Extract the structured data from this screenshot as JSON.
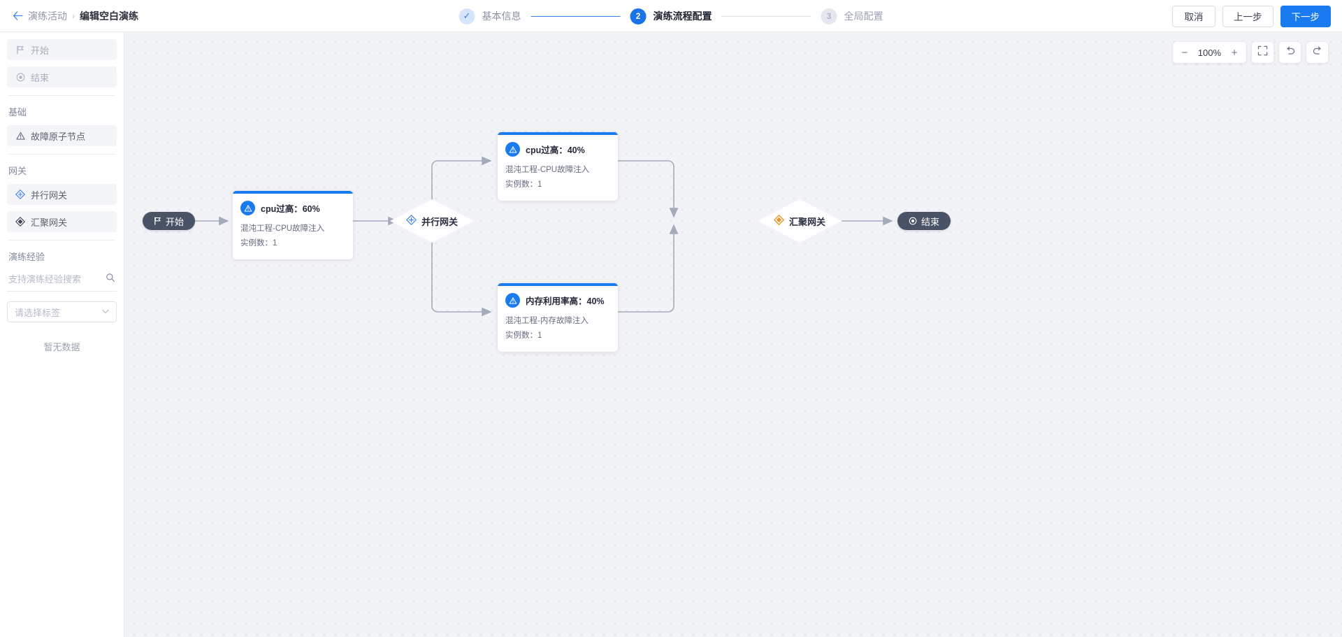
{
  "header": {
    "back_icon": "arrow-left-icon",
    "breadcrumb_parent": "演练活动",
    "breadcrumb_sep": "›",
    "breadcrumb_current": "编辑空白演练",
    "steps": [
      {
        "index": "1",
        "mark": "✓",
        "label": "基本信息",
        "state": "done"
      },
      {
        "index": "2",
        "mark": "2",
        "label": "演练流程配置",
        "state": "active"
      },
      {
        "index": "3",
        "mark": "3",
        "label": "全局配置",
        "state": "todo"
      }
    ],
    "actions": {
      "cancel": "取消",
      "prev": "上一步",
      "next": "下一步"
    },
    "accent_color": "#1a7af0"
  },
  "sidebar": {
    "terminals": [
      {
        "label": "开始",
        "icon": "flag-icon"
      },
      {
        "label": "结束",
        "icon": "stop-circle-icon"
      }
    ],
    "groups": [
      {
        "title": "基础",
        "items": [
          {
            "label": "故障原子节点",
            "icon": "warning-triangle-icon"
          }
        ]
      },
      {
        "title": "网关",
        "items": [
          {
            "label": "并行网关",
            "icon": "parallel-gateway-icon"
          },
          {
            "label": "汇聚网关",
            "icon": "merge-gateway-icon"
          }
        ]
      }
    ],
    "experience": {
      "title": "演练经验",
      "search_placeholder": "支持演练经验搜索",
      "search_value": "",
      "search_icon": "search-icon",
      "tag_select_placeholder": "请选择标签",
      "chevron_icon": "chevron-down-icon",
      "empty_text": "暂无数据"
    }
  },
  "canvas": {
    "toolbar": {
      "zoom_out": "−",
      "zoom_level": "100%",
      "zoom_in": "+",
      "fit_icon": "fullscreen-icon",
      "undo_icon": "undo-icon",
      "redo_icon": "redo-icon"
    },
    "nodes": {
      "start": {
        "label": "开始",
        "icon": "flag-icon"
      },
      "end": {
        "label": "结束",
        "icon": "stop-circle-icon"
      },
      "parallel_gateway": {
        "label": "并行网关",
        "icon": "parallel-gateway-icon"
      },
      "merge_gateway": {
        "label": "汇聚网关",
        "icon": "merge-gateway-icon"
      },
      "task_cpu_60": {
        "title": "cpu过高：60%",
        "subtitle": "混沌工程-CPU故障注入",
        "instances": "实例数：1",
        "icon": "warning-triangle-icon"
      },
      "task_cpu_40": {
        "title": "cpu过高：40%",
        "subtitle": "混沌工程-CPU故障注入",
        "instances": "实例数：1",
        "icon": "warning-triangle-icon"
      },
      "task_mem_40": {
        "title": "内存利用率高：40%",
        "subtitle": "混沌工程-内存故障注入",
        "instances": "实例数：1",
        "icon": "warning-triangle-icon"
      }
    }
  }
}
